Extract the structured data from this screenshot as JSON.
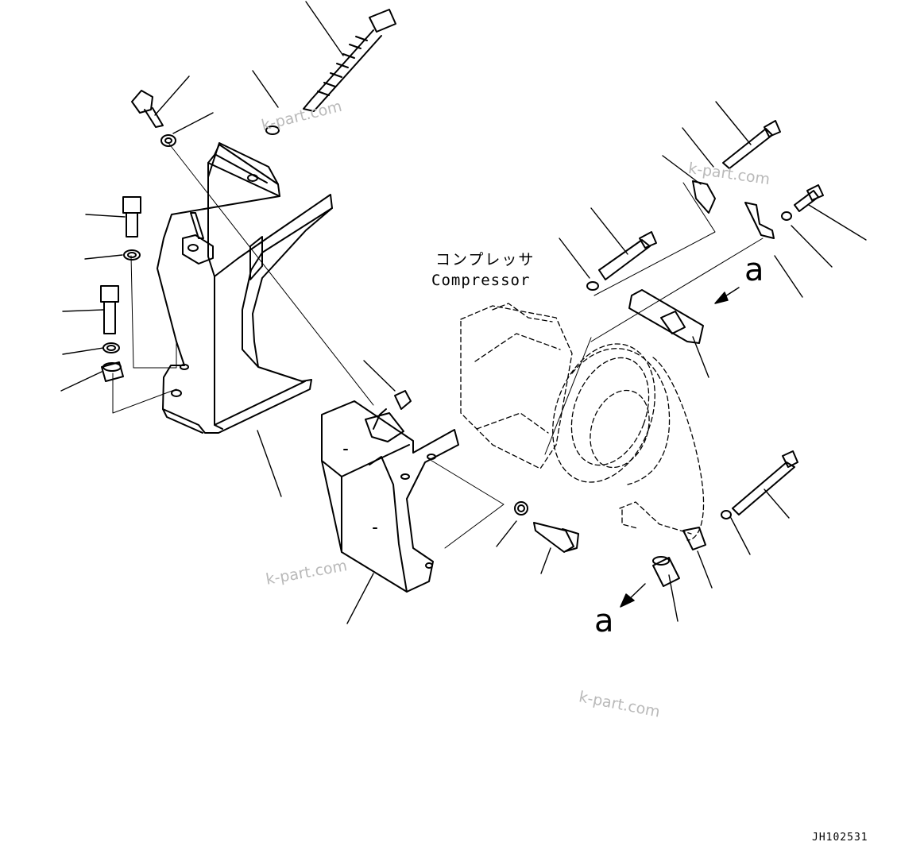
{
  "labels": {
    "compressor_jp": "コンプレッサ",
    "compressor_en": "Compressor",
    "view_ref_1": "a",
    "view_ref_2": "a"
  },
  "watermarks": [
    "k-part.com",
    "k-part.com",
    "k-part.com",
    "k-part.com"
  ],
  "drawing_code": "JH102531",
  "colors": {
    "line": "#000000",
    "watermark": "#b9b9b9",
    "background": "#ffffff"
  }
}
